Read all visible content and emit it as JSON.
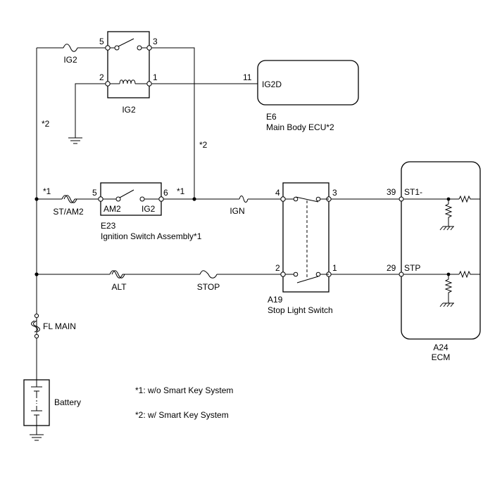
{
  "relay_ig2": {
    "pin5": "5",
    "pin3": "3",
    "pin2": "2",
    "pin1": "1",
    "name": "IG2"
  },
  "fuse_ig2": "IG2",
  "body_ecu": {
    "pin": "11",
    "terminal": "IG2D",
    "code": "E6",
    "name": "Main Body ECU*2"
  },
  "notes_on_wires": {
    "left_star2": "*2",
    "right_star2": "*2",
    "left_star1": "*1",
    "right_star1": "*1"
  },
  "fuse_st_am2": "ST/AM2",
  "ignition_switch": {
    "pin5": "5",
    "pin6": "6",
    "term_am2": "AM2",
    "term_ig2": "IG2",
    "code": "E23",
    "name": "Ignition Switch Assembly*1"
  },
  "fuse_ign": "IGN",
  "stop_light_switch": {
    "pin4": "4",
    "pin3": "3",
    "pin2": "2",
    "pin1": "1",
    "code": "A19",
    "name": "Stop Light Switch"
  },
  "fuse_alt": "ALT",
  "fuse_stop": "STOP",
  "ecm": {
    "pin39": "39",
    "term_st1": "ST1-",
    "pin29": "29",
    "term_stp": "STP",
    "code": "A24",
    "name": "ECM"
  },
  "fuse_fl_main": "FL MAIN",
  "battery": "Battery",
  "legend": {
    "note1": "*1: w/o Smart Key System",
    "note2": "*2: w/ Smart Key System"
  }
}
